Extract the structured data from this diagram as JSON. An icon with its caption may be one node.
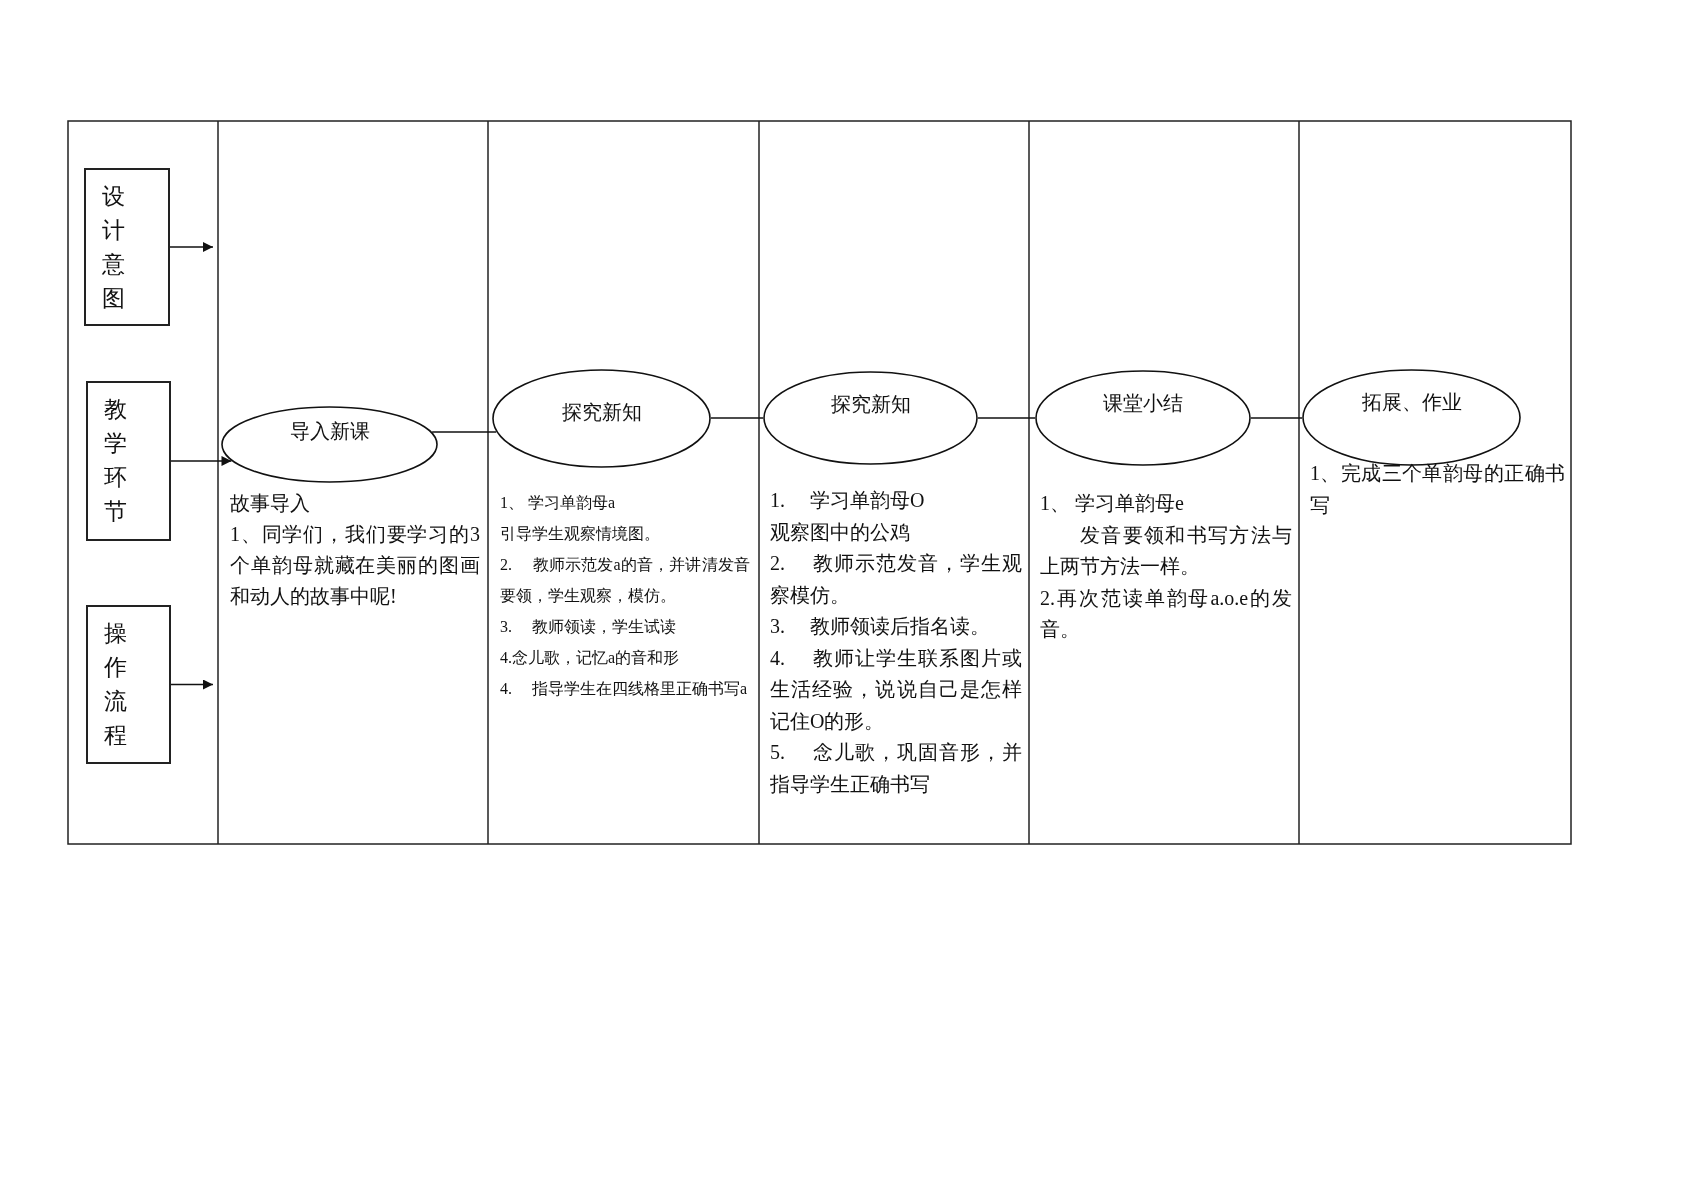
{
  "diagram": {
    "nodes": [
      {
        "text": [
          "设计意图"
        ]
      },
      {
        "text": [
          "教学环节"
        ]
      },
      {
        "text": [
          "操作流程"
        ]
      },
      {
        "text": [
          "导入新课"
        ],
        "beside": [
          "故事导入",
          "1、同学们，我们要学习的3个单韵母就藏在美丽的图画和动人的故事中呢!"
        ]
      },
      {
        "text": [
          "探究新知"
        ],
        "beside": [
          "1、 学习单韵母a",
          "引导学生观察情境图。",
          "2.　 教师示范发a的音，并讲清发音要领，学生观察，模仿。",
          "3.　 教师领读，学生试读",
          "4.念儿歌，记忆a的音和形",
          "4.　 指导学生在四线格里正确书写a"
        ]
      },
      {
        "text": [
          "探究新知"
        ],
        "beside": [
          "1.　 学习单韵母O",
          "观察图中的公鸡",
          "2.　 教师示范发音，学生观察模仿。",
          "3.　 教师领读后指名读。",
          "4.　 教师让学生联系图片或生活经验，说说自己是怎样记住O的形。",
          "5.　 念儿歌，巩固音形，并指导学生正确书写"
        ]
      },
      {
        "text": [
          "课堂小结"
        ],
        "beside": [
          "1、 学习单韵母e",
          "发音要领和书写方法与上两节方法一样。",
          "2.再次范读单韵母a.o.e的发音。"
        ]
      },
      {
        "text": [
          "拓展、作业"
        ],
        "beside": [
          "1、完成三个单韵母的正确书写"
        ]
      }
    ],
    "edges": [
      {
        "from": 0,
        "to": null,
        "arrow": "to"
      },
      {
        "from": 1,
        "to": 3,
        "arrow": "to"
      },
      {
        "from": 2,
        "to": null,
        "arrow": "to"
      },
      {
        "from": 3,
        "to": 4,
        "arrow": "none"
      },
      {
        "from": 4,
        "to": 5,
        "arrow": "none"
      },
      {
        "from": 5,
        "to": 6,
        "arrow": "none"
      },
      {
        "from": 6,
        "to": 7,
        "arrow": "none"
      }
    ]
  }
}
